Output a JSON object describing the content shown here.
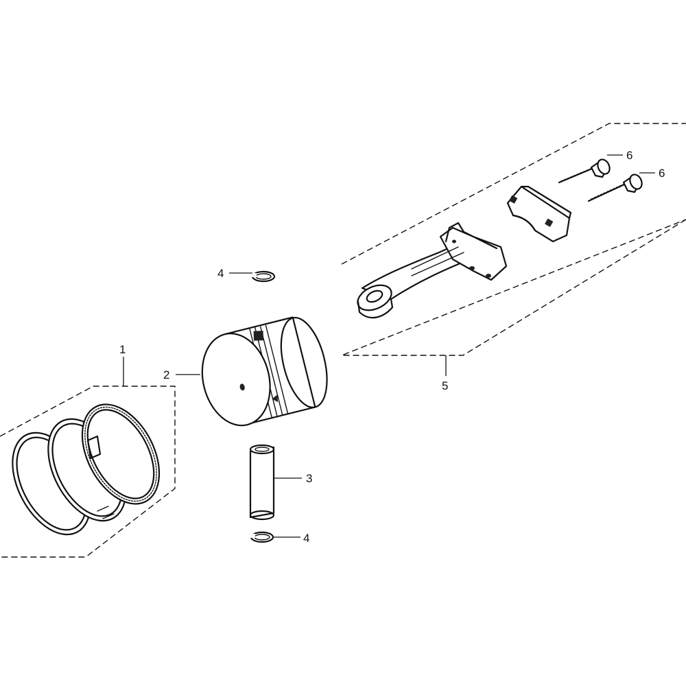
{
  "callouts": {
    "piston_ring_set": "1",
    "piston": "2",
    "piston_pin": "3",
    "pin_clip_upper": "4",
    "pin_clip_lower": "4",
    "connecting_rod_assembly": "5",
    "rod_bolt_upper": "6",
    "rod_bolt_lower": "6"
  },
  "colors": {
    "line": "#111111",
    "background": "#ffffff"
  }
}
